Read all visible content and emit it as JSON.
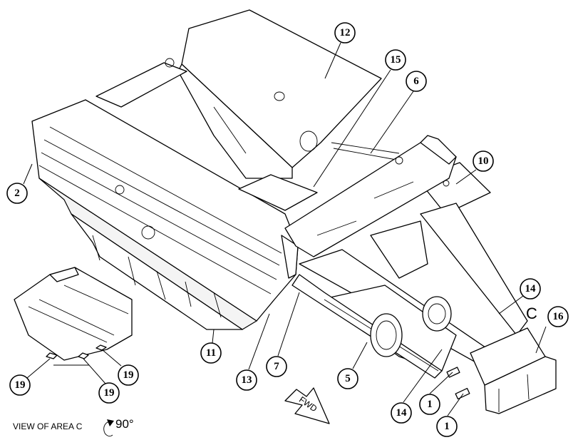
{
  "callouts": [
    {
      "label": "12"
    },
    {
      "label": "15"
    },
    {
      "label": "6"
    },
    {
      "label": "10"
    },
    {
      "label": "2"
    },
    {
      "label": "14"
    },
    {
      "label": "16"
    },
    {
      "label": "11"
    },
    {
      "label": "13"
    },
    {
      "label": "7"
    },
    {
      "label": "5"
    },
    {
      "label": "14"
    },
    {
      "label": "1"
    },
    {
      "label": "1"
    },
    {
      "label": "19"
    },
    {
      "label": "19"
    },
    {
      "label": "19"
    }
  ],
  "area_letter": "C",
  "direction_arrow_label": "FWD",
  "view_caption": "VIEW OF AREA C",
  "rotation_label": "90°",
  "colors": {
    "line": "#000000",
    "background": "#ffffff"
  },
  "icons": {
    "rotation": "rotate-arrow-icon",
    "direction": "fwd-arrow-icon"
  }
}
